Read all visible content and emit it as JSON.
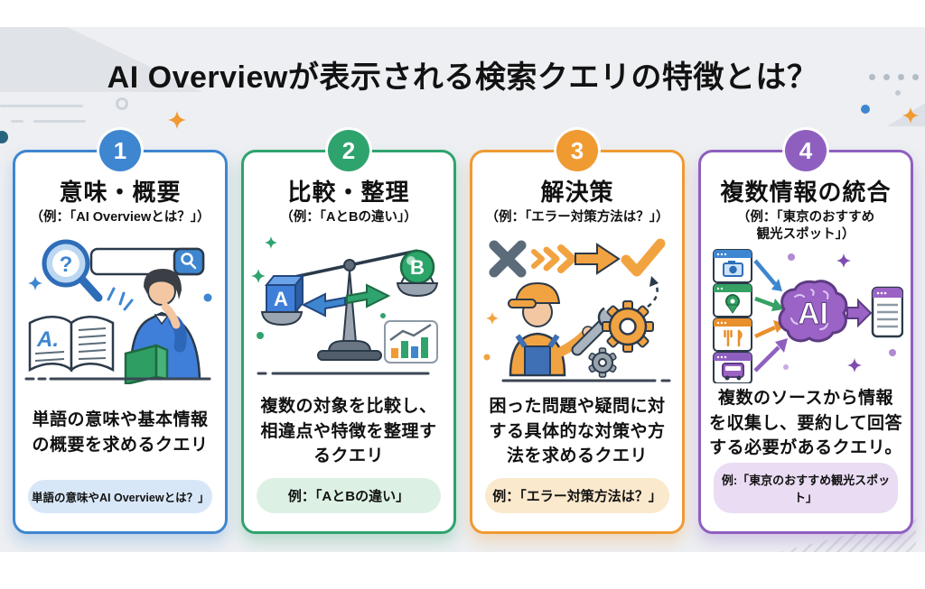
{
  "header": {
    "title": "AI Overviewが表示される検索クエリの特徴とは？"
  },
  "colors": {
    "canvas_bg": "#edeff2",
    "text": "#111111",
    "sparkle_orange": "#f09a32",
    "dot_blue": "#3e86d0",
    "dot_teal": "#27657f"
  },
  "cards": [
    {
      "number": "1",
      "title": "意味・概要",
      "subtitle": "（例：「AI Overviewとは？」）",
      "description": "単語の意味や基本情報\nの概要を求めるクエリ",
      "example": "単語の意味やAI Overviewとは？」",
      "accent": "#3e86d0",
      "pill_bg": "#d8e7f8",
      "art": {
        "magnifier_mark": "?",
        "book_label": "A."
      }
    },
    {
      "number": "2",
      "title": "比較・整理",
      "subtitle": "（例：「AとBの違い」）",
      "description": "複数の対象を比較し、\n相違点や特徴を整理す\nるクエリ",
      "example": "例：「AとBの違い」",
      "accent": "#2fa36e",
      "pill_bg": "#dcf1e4",
      "art": {
        "left_label": "A",
        "right_label": "B"
      }
    },
    {
      "number": "3",
      "title": "解決策",
      "subtitle": "（例：「エラー対策方法は？」）",
      "description": "困った問題や疑問に対\nする具体的な対策や方\n法を求めるクエリ",
      "example": "例：「エラー対策方法は？」",
      "accent": "#f09a32",
      "pill_bg": "#fbe9cd",
      "art": {}
    },
    {
      "number": "4",
      "title": "複数情報の統合",
      "subtitle": "（例：「東京のおすすめ\n観光スポット」）",
      "description": "複数のソースから情報\nを収集し、要約して回答\nする必要があるクエリ。",
      "example": "例:「東京のおすすめ観光スポット」",
      "accent": "#8f5fc0",
      "pill_bg": "#e9dcf3",
      "art": {
        "ai_label": "AI"
      }
    }
  ]
}
